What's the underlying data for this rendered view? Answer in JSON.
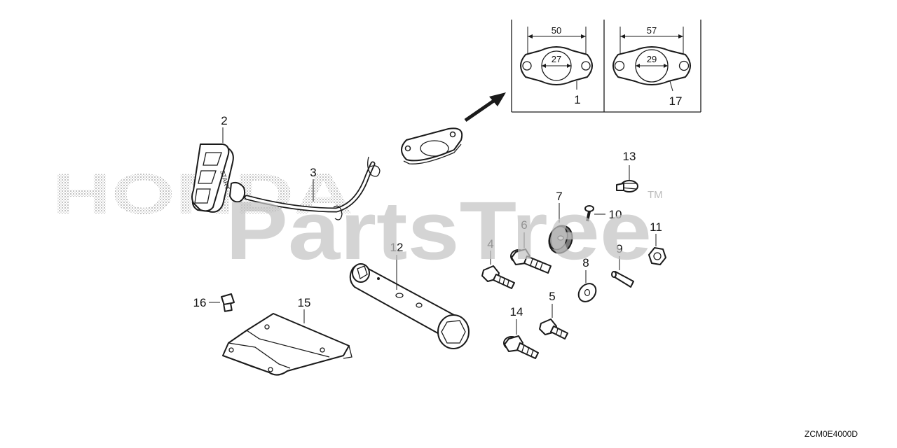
{
  "watermark": {
    "brand": "HONDA",
    "site": "PartsTree",
    "trademark": "TM"
  },
  "diagram_code": "ZCM0E4000D",
  "gasket_details": [
    {
      "part": "1",
      "outer_dim": "50",
      "inner_dim": "27"
    },
    {
      "part": "17",
      "outer_dim": "57",
      "inner_dim": "29"
    }
  ],
  "callouts": {
    "p1": "1",
    "p2": "2",
    "p3": "3",
    "p4": "4",
    "p5": "5",
    "p6": "6",
    "p7": "7",
    "p8": "8",
    "p9": "9",
    "p10": "10",
    "p11": "11",
    "p12": "12",
    "p13": "13",
    "p14": "14",
    "p15": "15",
    "p16": "16",
    "p17": "17"
  },
  "handle_text": "START"
}
